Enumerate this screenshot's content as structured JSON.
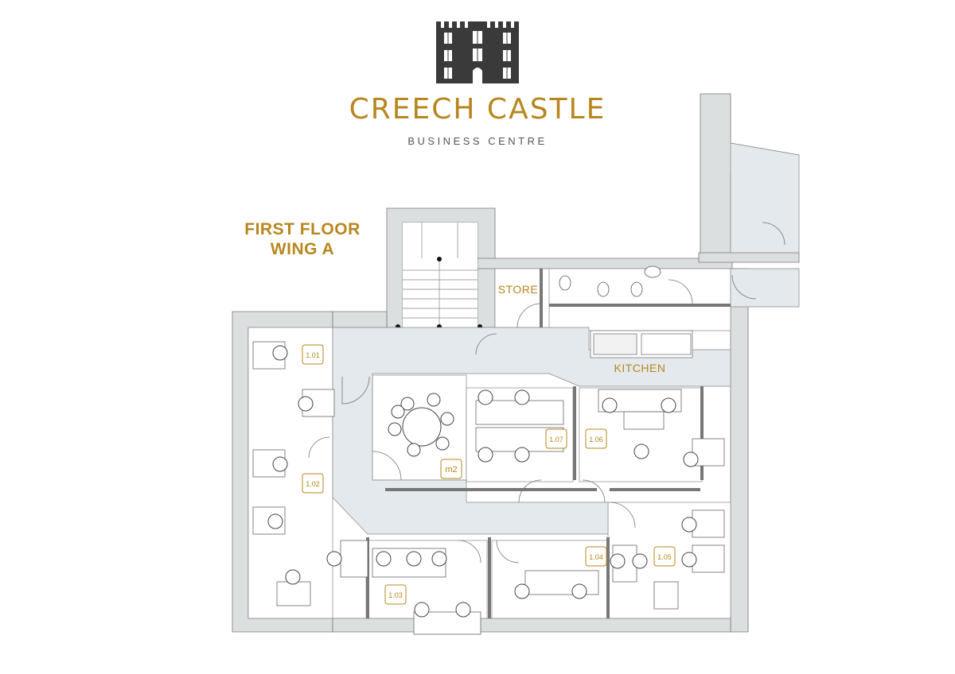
{
  "header": {
    "brand_title": "CREECH CASTLE",
    "brand_subtitle": "BUSINESS CENTRE",
    "logo_icon": "castle-tower-icon"
  },
  "plan": {
    "floor_title_line1": "FIRST FLOOR",
    "floor_title_line2": "WING A",
    "labels": {
      "store": "STORE",
      "kitchen": "KITCHEN"
    },
    "rooms": {
      "r101": "1.01",
      "r102": "1.02",
      "r103": "1.03",
      "r104": "1.04",
      "r105": "1.05",
      "r106": "1.06",
      "r107": "1.07",
      "m2": "m2"
    }
  },
  "colors": {
    "gold": "#b8861e",
    "wall": "#dcdfe0",
    "corridor": "#e3e9ec",
    "line": "#555555"
  }
}
